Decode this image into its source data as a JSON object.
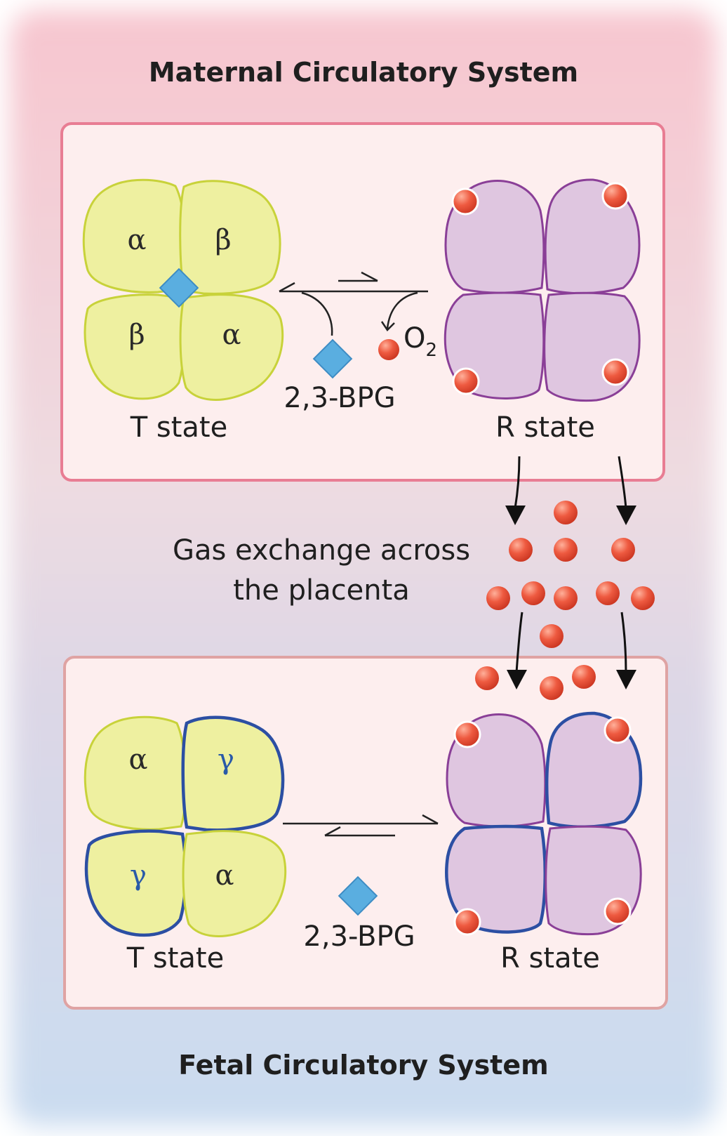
{
  "maternal": {
    "title": "Maternal Circulatory System",
    "t_state": {
      "label": "T state",
      "subunits": [
        "α",
        "β",
        "β",
        "α"
      ]
    },
    "r_state": {
      "label": "R state"
    },
    "effector": "2,3-BPG",
    "ligand": {
      "main": "O",
      "sub": "2"
    }
  },
  "exchange": {
    "line1": "Gas exchange across",
    "line2": "the placenta"
  },
  "fetal": {
    "title": "Fetal Circulatory System",
    "t_state": {
      "label": "T state",
      "subunits": [
        "α",
        "γ",
        "γ",
        "α"
      ]
    },
    "r_state": {
      "label": "R state"
    },
    "effector": "2,3-BPG"
  },
  "colors": {
    "t_fill": "#eef0a0",
    "t_stroke": "#c8d23a",
    "r_fill": "#dfc6e0",
    "r_stroke": "#8a3f97",
    "gamma_outline": "#2c4fa3",
    "oxygen": "#e2503a",
    "bpg": "#5aaee0",
    "maternal_box": "#e87d93",
    "fetal_box": "#dfa3a3",
    "box_fill": "#fdeeee"
  }
}
